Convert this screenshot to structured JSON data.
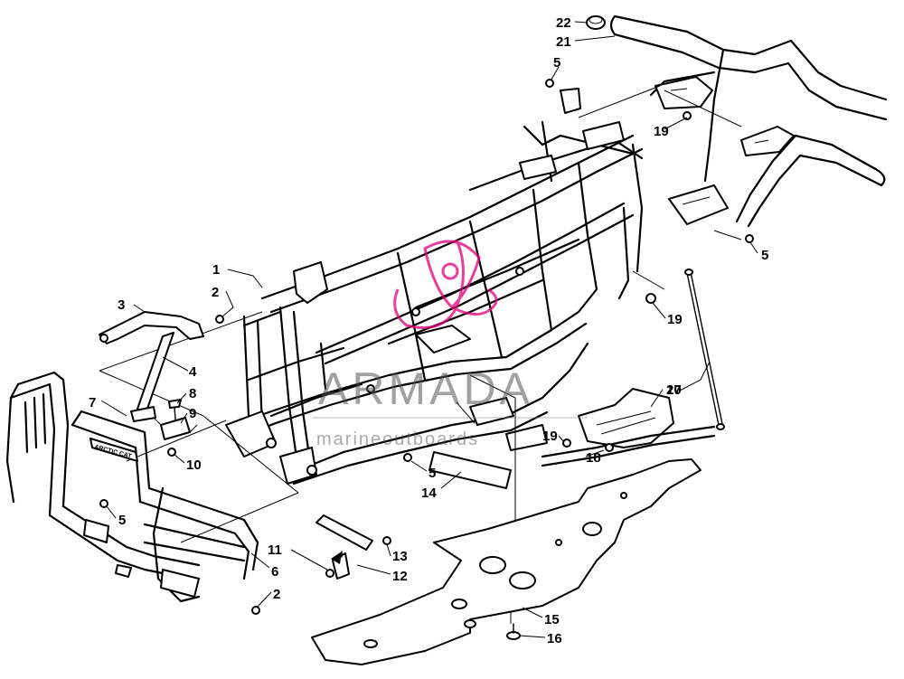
{
  "watermark": {
    "brand": "ARMADA",
    "tagline": "marineoutboards",
    "color": "#e0007a"
  },
  "callouts": {
    "c1": "1",
    "c2a": "2",
    "c2b": "2",
    "c3": "3",
    "c4": "4",
    "c5a": "5",
    "c5b": "5",
    "c5c": "5",
    "c5d": "5",
    "c6": "6",
    "c7": "7",
    "c8": "8",
    "c9": "9",
    "c10": "10",
    "c11": "11",
    "c12": "12",
    "c13": "13",
    "c14": "14",
    "c15": "15",
    "c16": "16",
    "c17": "17",
    "c18": "18",
    "c19a": "19",
    "c19b": "19",
    "c19c": "19",
    "c20": "20",
    "c21": "21",
    "c22": "22"
  },
  "bumper_label": "ARCTIC CAT"
}
